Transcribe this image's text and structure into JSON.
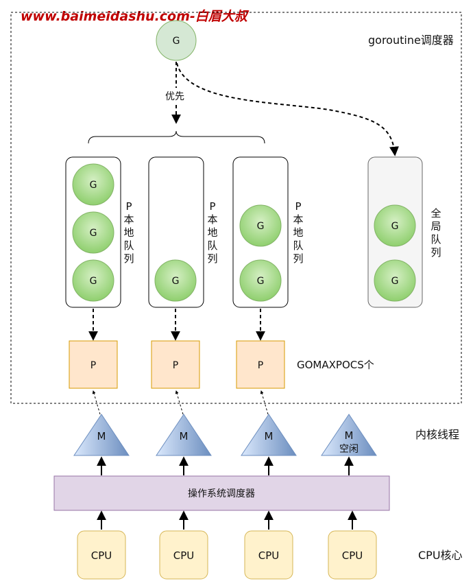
{
  "watermark": "www.baimeidashu.com-白眉大叔",
  "scheduler_title": "goroutine调度器",
  "priority_label": "优先",
  "goroutine_label": "G",
  "p_label": "P",
  "m_label": "M",
  "idle_label": "空闲",
  "gomaxprocs_label": "GOMAXPOCS个",
  "kernel_thread_label": "内核线程",
  "os_scheduler_label": "操作系统调度器",
  "cpu_label": "CPU",
  "cpu_core_label": "CPU核心",
  "local_queue_label": [
    "P",
    "本",
    "地",
    "队",
    "列"
  ],
  "global_queue_label": [
    "全",
    "局",
    "队",
    "列"
  ],
  "colors": {
    "new_g_fill": "#d5e8d4",
    "g_green": "#8fcf6e",
    "p_fill": "#ffe6cc",
    "m_blue": "#7ea6e0",
    "os_fill": "#e1d5e7",
    "cpu_fill": "#fff2cc",
    "global_fill": "#f5f5f5"
  }
}
